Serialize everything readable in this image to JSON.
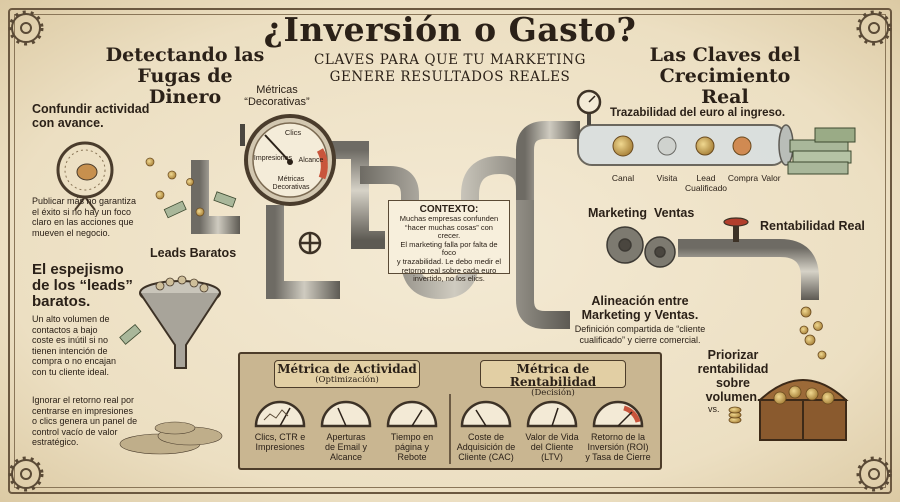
{
  "title": "¿Inversión o Gasto?",
  "subtitle": {
    "line1": "CLAVES PARA QUE TU MARKETING",
    "line2": "GENERE RESULTADOS REALES"
  },
  "left_section": {
    "header": {
      "line1": "Detectando las",
      "line2": "Fugas de Dinero"
    },
    "confundir": {
      "title_line1": "Confundir actividad",
      "title_line2": "con avance.",
      "desc": [
        "Publicar más no garantiza",
        "el éxito si no hay un foco",
        "claro en las acciones que",
        "mueven el negocio."
      ]
    },
    "leads_baratos_label": "Leads Baratos",
    "espejismo": {
      "title_line1": "El espejismo",
      "title_line2": "de los “leads”",
      "title_line3": "baratos.",
      "desc": [
        "Un alto volumen de",
        "contactos a bajo",
        "coste es inútil si no",
        "tienen intención de",
        "compra o no encajan",
        "con tu cliente ideal."
      ]
    },
    "ignorar": [
      "Ignorar el retorno real por",
      "centrarse en impresiones",
      "o clics genera un panel de",
      "control vacío de valor",
      "estratégico."
    ]
  },
  "gauge_top": {
    "label_line1": "Métricas",
    "label_line2": "“Decorativas”",
    "dial": {
      "clics": "Clics",
      "impresiones": "Impresiones",
      "alcance": "Alcance",
      "center_line1": "Métricas",
      "center_line2": "Decorativas"
    }
  },
  "context": {
    "title": "CONTEXTO:",
    "body": [
      "Muchas empresas confunden",
      "“hacer muchas cosas” con crecer.",
      "El marketing falla por falta de foco",
      "y trazabilidad. Le debo medir el",
      "retorno real sobre cada euro",
      "invertido, no los elics."
    ]
  },
  "right_section": {
    "header": {
      "line1": "Las Claves del",
      "line2": "Crecimiento Real"
    },
    "trazabilidad": "Trazabilidad del euro al ingreso.",
    "stages": [
      "Canal",
      "Visita",
      "Lead",
      "Compra",
      "Valor"
    ],
    "lead_sub": "Cualificado",
    "marketing": "Marketing",
    "ventas": "Ventas",
    "rentabilidad_real": "Rentabilidad Real",
    "alineacion": {
      "line1": "Alineación entre",
      "line2": "Marketing y Ventas.",
      "desc": [
        "Definición compartida de “cliente",
        "cualificado” y cierre comercial."
      ]
    },
    "priorizar": {
      "line1": "Priorizar",
      "line2": "rentabilidad",
      "line3": "sobre volumen."
    },
    "vs": "vs."
  },
  "panel": {
    "activity": {
      "title": "Métrica de Actividad",
      "sub": "(Optimización)",
      "gauges": [
        [
          "Clics, CTR e",
          "Impresiones"
        ],
        [
          "Aperturas",
          "de Email y",
          "Alcance"
        ],
        [
          "Tiempo en",
          "página y",
          "Rebote"
        ]
      ]
    },
    "profit": {
      "title": "Métrica de Rentabilidad",
      "sub": "(Decisión)",
      "gauges": [
        [
          "Coste de",
          "Adquisición de",
          "Cliente (CAC)"
        ],
        [
          "Valor de Vida",
          "del Cliente",
          "(LTV)"
        ],
        [
          "Retorno de la",
          "Inversión (ROI)",
          "y Tasa de Cierre"
        ]
      ]
    }
  },
  "colors": {
    "paper": "#efe4cb",
    "ink": "#2b2118",
    "pipe": "#8d8a82",
    "copper": "#c0703c",
    "gold": "#c9a24a",
    "red_zone": "#c9553c"
  }
}
